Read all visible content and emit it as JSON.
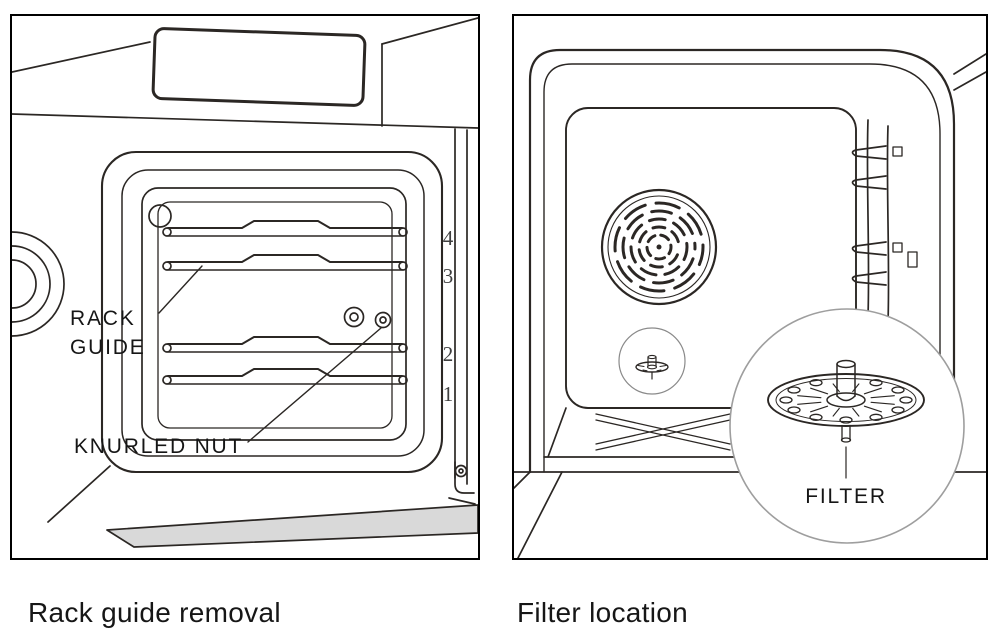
{
  "figures": {
    "rack_guide_removal": {
      "caption": "Rack guide removal",
      "labels": {
        "rack_guide_line1": "RACK",
        "rack_guide_line2": "GUIDE",
        "knurled_nut": "KNURLED NUT"
      },
      "rack_positions": [
        "4",
        "3",
        "2",
        "1"
      ]
    },
    "filter_location": {
      "caption": "Filter location",
      "labels": {
        "filter": "FILTER"
      }
    }
  },
  "colors": {
    "line": "#2b2724",
    "panel_border": "#000000",
    "door_shade": "#d9d9d9",
    "magnifier_ring": "#9e9e9e",
    "label_text": "#161616",
    "rack_number_text": "#3f3f3f"
  }
}
